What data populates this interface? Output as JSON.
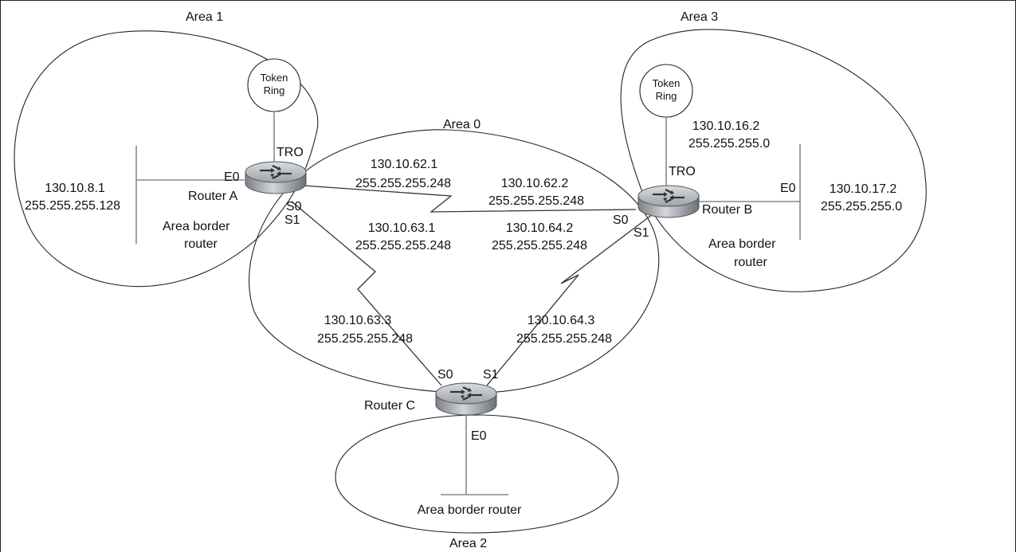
{
  "areas": {
    "area0": "Area 0",
    "area1": "Area 1",
    "area2": "Area 2",
    "area3": "Area 3"
  },
  "token_ring": {
    "a_line1": "Token",
    "a_line2": "Ring",
    "b_line1": "Token",
    "b_line2": "Ring"
  },
  "router_a": {
    "name": "Router A",
    "role_line1": "Area border",
    "role_line2": "router",
    "tr0": "TRO",
    "e0": "E0",
    "s0": "S0",
    "s1": "S1",
    "lan_ip": "130.10.8.1",
    "lan_mask": "255.255.255.128",
    "s0_ip": "130.10.62.1",
    "s0_mask": "255.255.255.248",
    "s1_ip": "130.10.63.1",
    "s1_mask": "255.255.255.248"
  },
  "router_b": {
    "name": "Router B",
    "role_line1": "Area border",
    "role_line2": "router",
    "tr0": "TRO",
    "e0": "E0",
    "s0": "S0",
    "s1": "S1",
    "tr_ip": "130.10.16.2",
    "tr_mask": "255.255.255.0",
    "lan_ip": "130.10.17.2",
    "lan_mask": "255.255.255.0",
    "s0_ip": "130.10.62.2",
    "s0_mask": "255.255.255.248",
    "s1_ip": "130.10.64.2",
    "s1_mask": "255.255.255.248"
  },
  "router_c": {
    "name": "Router C",
    "role": "Area border router",
    "e0": "E0",
    "s0": "S0",
    "s1": "S1",
    "s0_ip": "130.10.63.3",
    "s0_mask": "255.255.255.248",
    "s1_ip": "130.10.64.3",
    "s1_mask": "255.255.255.248"
  }
}
